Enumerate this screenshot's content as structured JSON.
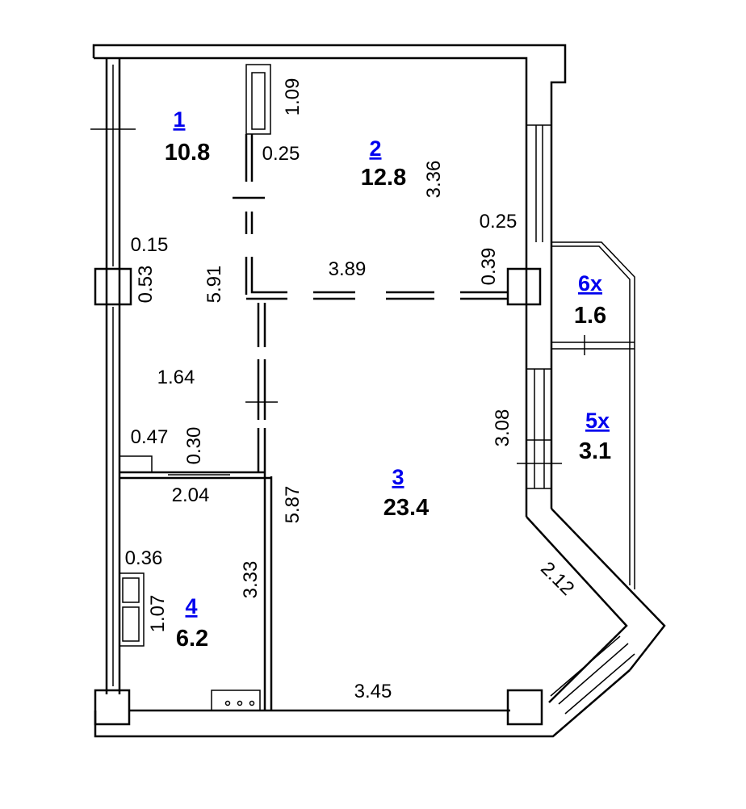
{
  "rooms": [
    {
      "number": "1",
      "area": "10.8"
    },
    {
      "number": "2",
      "area": "12.8"
    },
    {
      "number": "3",
      "area": "23.4"
    },
    {
      "number": "4",
      "area": "6.2"
    },
    {
      "number": "6x",
      "area": "1.6"
    },
    {
      "number": "5x",
      "area": "3.1"
    }
  ],
  "dimensions": [
    "1.09",
    "0.25",
    "3.36",
    "0.25",
    "0.15",
    "0.53",
    "5.91",
    "3.89",
    "0.39",
    "1.64",
    "0.47",
    "0.30",
    "2.04",
    "5.87",
    "3.08",
    "3.33",
    "0.36",
    "1.07",
    "3.45",
    "2.12"
  ]
}
